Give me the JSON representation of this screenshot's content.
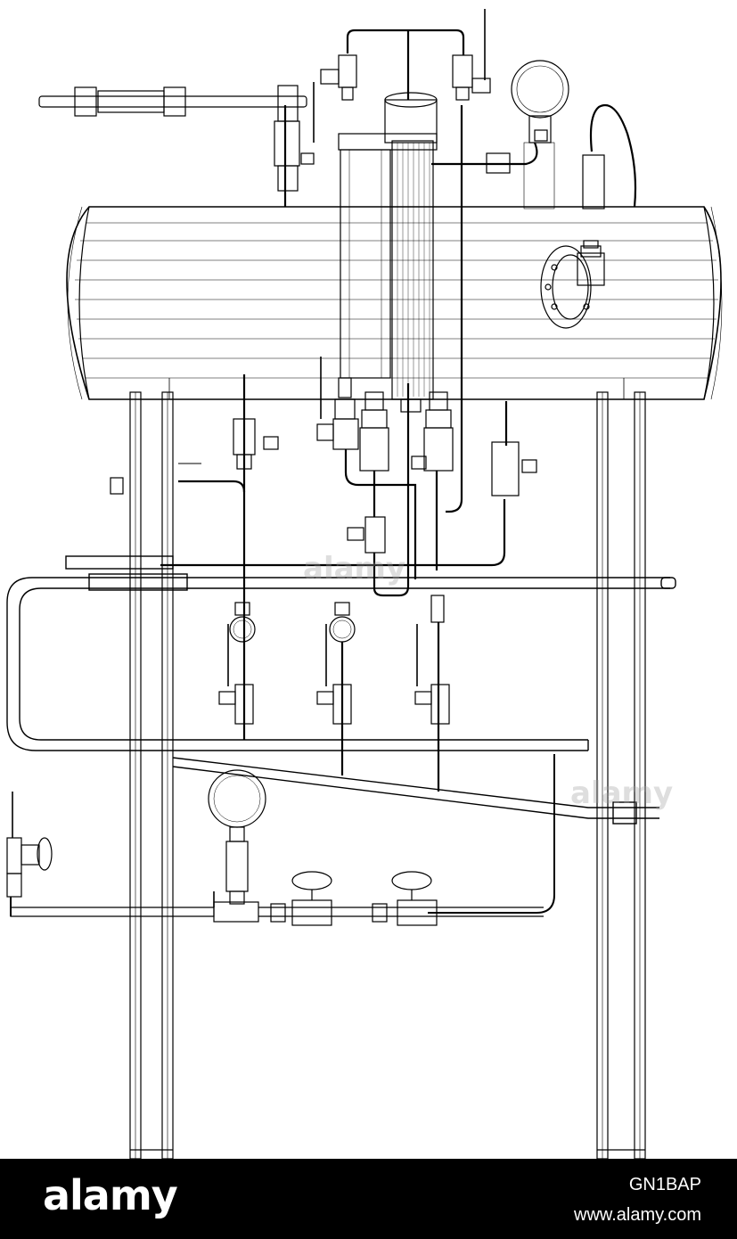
{
  "image": {
    "subject": "industrial-skid-wireframe",
    "line_color": "#000000",
    "background_color": "#ffffff"
  },
  "watermark": {
    "brand": "alamy",
    "color": "#000000"
  },
  "footer": {
    "brand_logo": "alamy",
    "image_id": "GN1BAP",
    "site_url": "www.alamy.com"
  }
}
